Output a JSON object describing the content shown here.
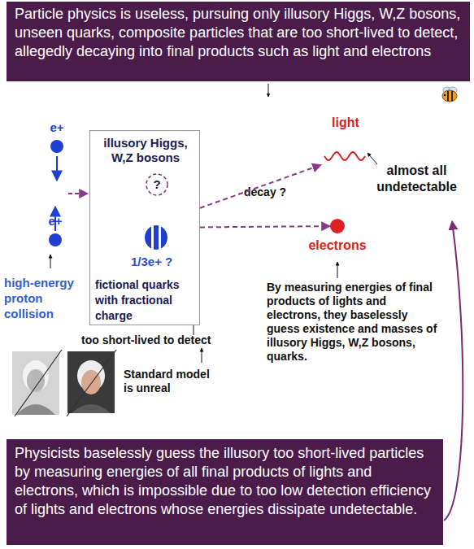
{
  "diagram": {
    "nodes": [
      {
        "text": [
          "Particle physics is useless, pursuing only illusory Higgs, W,Z bosons, unseen quarks, composite particles that are too short-lived to detect, allegedly decaying into final products such as light and electrons"
        ]
      },
      {
        "text": [
          "e+"
        ]
      },
      {
        "text": [
          "e+"
        ]
      },
      {
        "text": [
          "illusory Higgs, W,Z bosons",
          "1/3e+ ?",
          "fictional quarks with fractional charge"
        ]
      },
      {
        "text": [
          "?"
        ],
        "in": 3
      },
      {
        "text": [
          "light"
        ]
      },
      {
        "text": [
          "electrons"
        ]
      },
      {
        "text": [
          "Physicists baselessly guess the illusory too short-lived particles by measuring energies of all final products of lights and electrons, which is impossible due to too low detection efficiency of lights and electrons whose energies dissipate undetectable."
        ]
      }
    ],
    "edges": [
      {
        "from": 3,
        "to": 5,
        "arrow": "to"
      },
      {
        "from": 3,
        "to": 6,
        "arrow": "to"
      }
    ],
    "labels": [
      "high-energy proton collision",
      "decay ?",
      "almost all undetectable",
      "By measuring energies of final products of lights and electrons, they baselessly guess existence and masses of illusory Higgs, W,Z bosons, quarks.",
      "too short-lived to detect",
      "Standard model is unreal"
    ]
  }
}
